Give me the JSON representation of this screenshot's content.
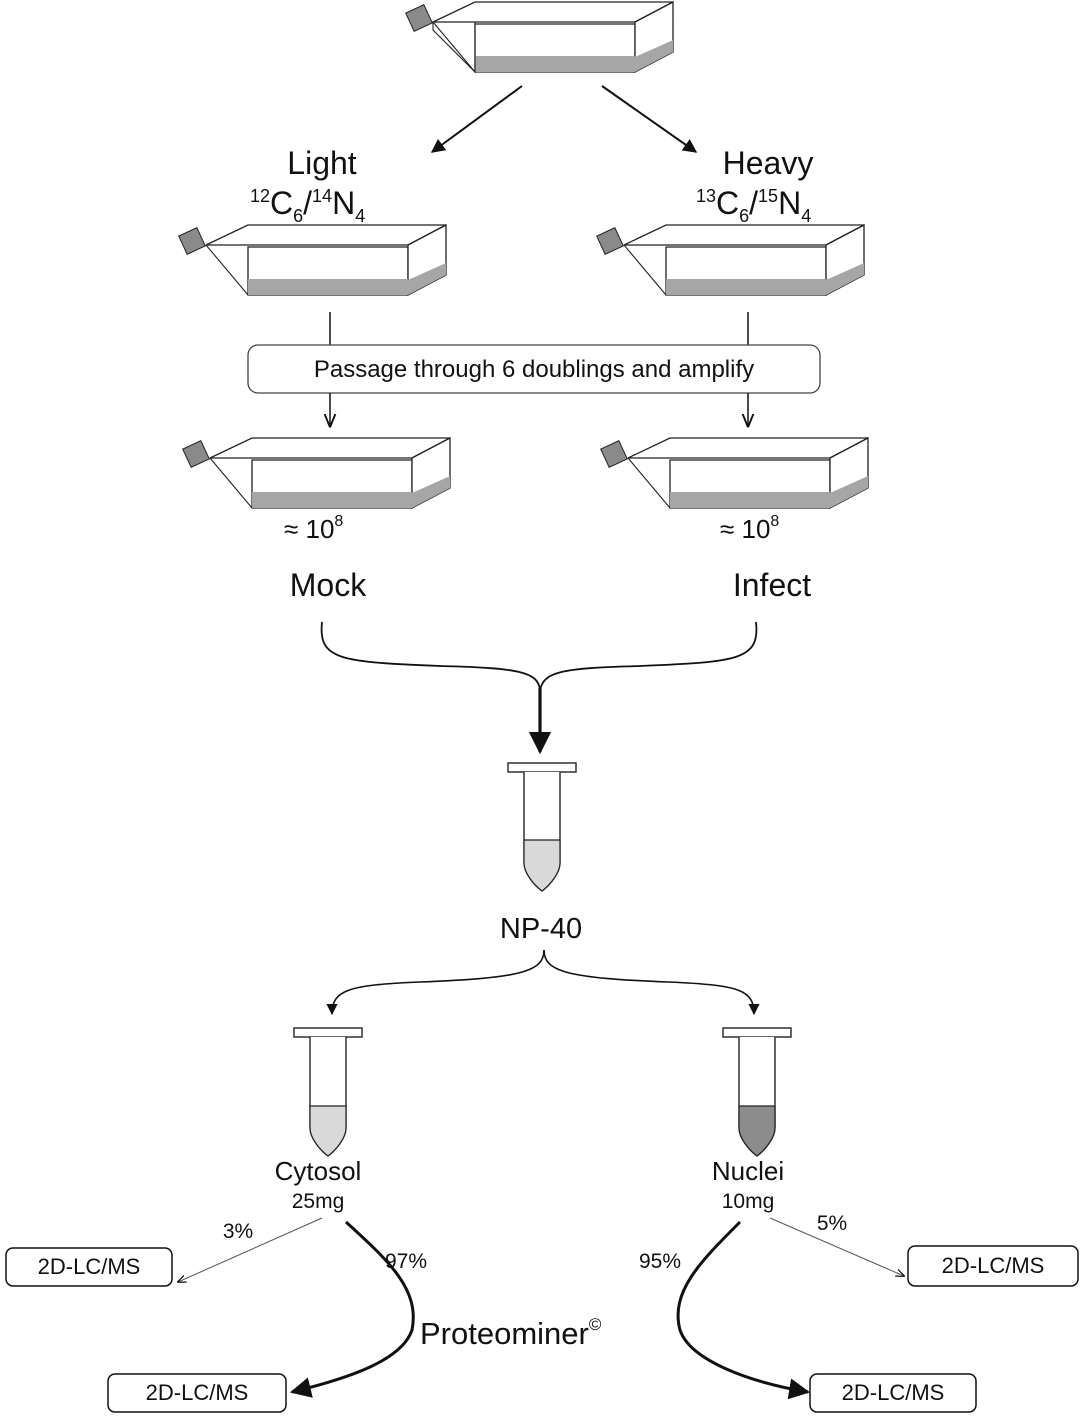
{
  "flask_labels": {
    "light": {
      "title": "Light",
      "c_mass": "12",
      "c_sym": "C",
      "c_sub": "6",
      "slash": "/",
      "n_mass": "14",
      "n_sym": "N",
      "n_sub": "4"
    },
    "heavy": {
      "title": "Heavy",
      "c_mass": "13",
      "c_sym": "C",
      "c_sub": "6",
      "slash": "/",
      "n_mass": "15",
      "n_sym": "N",
      "n_sub": "4"
    }
  },
  "passage_step": "Passage through 6 doublings and amplify",
  "cell_count": {
    "approx": "≈ 10",
    "exponent": "8"
  },
  "conditions": {
    "mock": "Mock",
    "infect": "Infect"
  },
  "lysis": "NP-40",
  "fractions": {
    "cytosol": {
      "name": "Cytosol",
      "amount": "25mg",
      "direct_pct": "3%",
      "enriched_pct": "97%"
    },
    "nuclei": {
      "name": "Nuclei",
      "amount": "10mg",
      "direct_pct": "5%",
      "enriched_pct": "95%"
    }
  },
  "enrichment": {
    "name": "Proteominer",
    "mark": "©"
  },
  "analysis": {
    "cyto_direct": "2D-LC/MS",
    "cyto_enriched": "2D-LC/MS",
    "nuc_direct": "2D-LC/MS",
    "nuc_enriched": "2D-LC/MS"
  },
  "colors": {
    "medium": "#a6a6a6",
    "cap": "#8a8a8a",
    "cytosol_fill": "#d9d9d9",
    "nuclei_fill": "#8c8c8c"
  }
}
